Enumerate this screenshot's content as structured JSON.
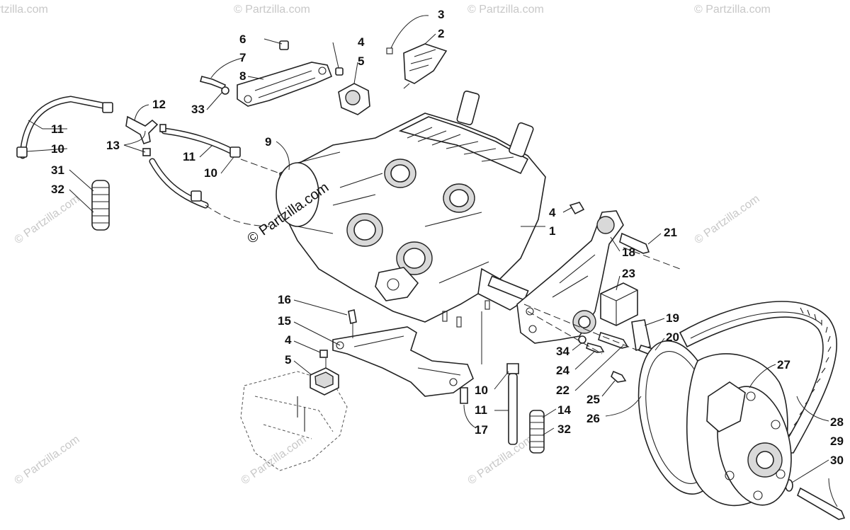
{
  "watermark_text": "© Partzilla.com",
  "callouts": [
    {
      "id": "c3",
      "label": "3"
    },
    {
      "id": "c2",
      "label": "2"
    },
    {
      "id": "c6",
      "label": "6"
    },
    {
      "id": "c4a",
      "label": "4"
    },
    {
      "id": "c7",
      "label": "7"
    },
    {
      "id": "c5a",
      "label": "5"
    },
    {
      "id": "c8",
      "label": "8"
    },
    {
      "id": "c12",
      "label": "12"
    },
    {
      "id": "c33",
      "label": "33"
    },
    {
      "id": "c11a",
      "label": "11"
    },
    {
      "id": "c10a",
      "label": "10"
    },
    {
      "id": "c13",
      "label": "13"
    },
    {
      "id": "c9",
      "label": "9"
    },
    {
      "id": "c11b",
      "label": "11"
    },
    {
      "id": "c10b",
      "label": "10"
    },
    {
      "id": "c31",
      "label": "31"
    },
    {
      "id": "c32a",
      "label": "32"
    },
    {
      "id": "c4b",
      "label": "4"
    },
    {
      "id": "c1",
      "label": "1"
    },
    {
      "id": "c21",
      "label": "21"
    },
    {
      "id": "c18",
      "label": "18"
    },
    {
      "id": "c23",
      "label": "23"
    },
    {
      "id": "c16",
      "label": "16"
    },
    {
      "id": "c15",
      "label": "15"
    },
    {
      "id": "c4c",
      "label": "4"
    },
    {
      "id": "c5b",
      "label": "5"
    },
    {
      "id": "c19",
      "label": "19"
    },
    {
      "id": "c20",
      "label": "20"
    },
    {
      "id": "c34",
      "label": "34"
    },
    {
      "id": "c24",
      "label": "24"
    },
    {
      "id": "c27",
      "label": "27"
    },
    {
      "id": "c22",
      "label": "22"
    },
    {
      "id": "c10c",
      "label": "10"
    },
    {
      "id": "c25",
      "label": "25"
    },
    {
      "id": "c11c",
      "label": "11"
    },
    {
      "id": "c14",
      "label": "14"
    },
    {
      "id": "c26",
      "label": "26"
    },
    {
      "id": "c32b",
      "label": "32"
    },
    {
      "id": "c17",
      "label": "17"
    },
    {
      "id": "c28",
      "label": "28"
    },
    {
      "id": "c29",
      "label": "29"
    },
    {
      "id": "c30",
      "label": "30"
    }
  ],
  "colors": {
    "line": "#222222",
    "watermark": "#c8c8c8",
    "background": "#ffffff"
  }
}
